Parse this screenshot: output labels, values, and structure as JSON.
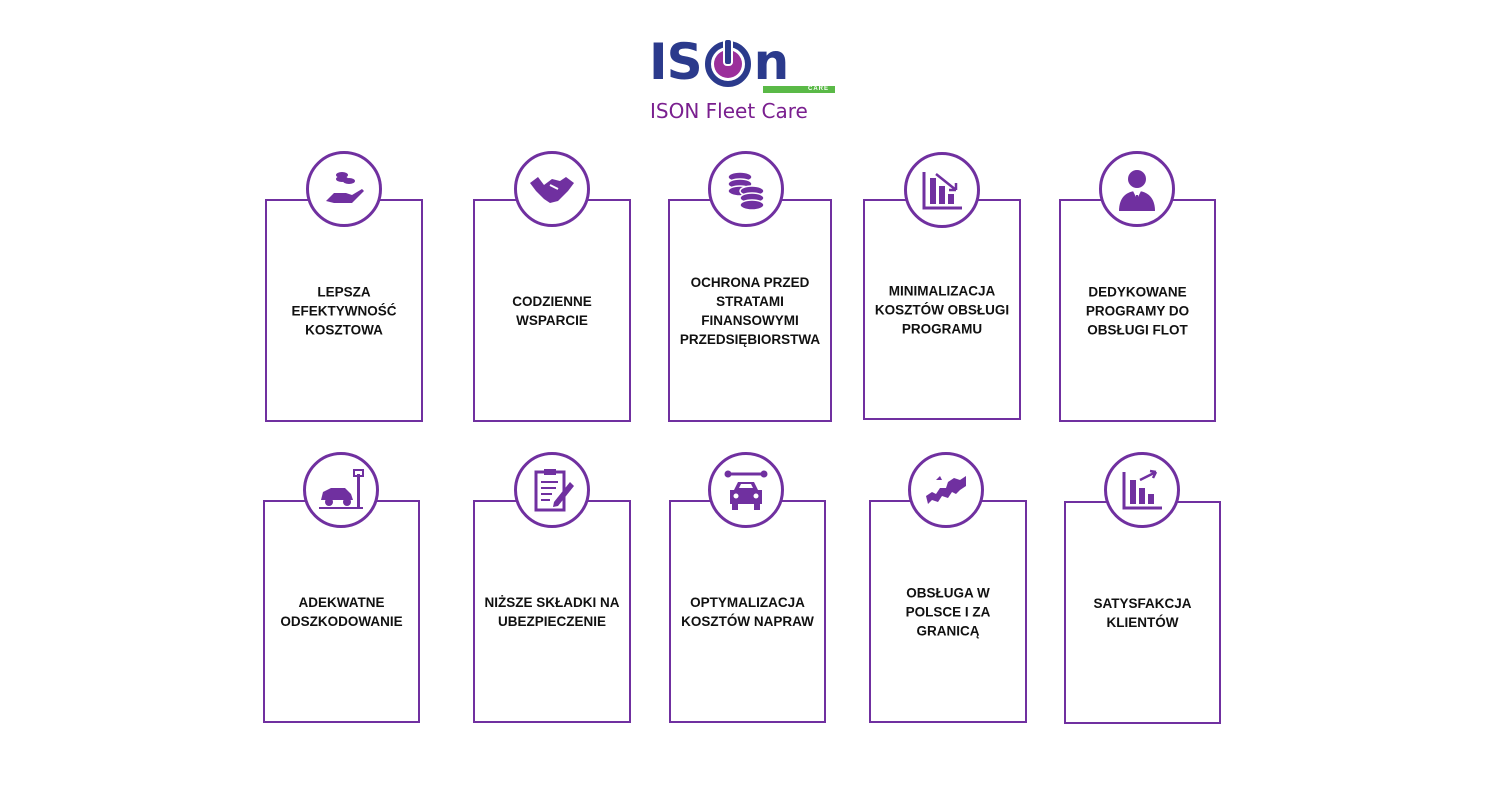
{
  "logo": {
    "wordmark": "ISON",
    "badge": "CARE",
    "subtitle": "ISON Fleet Care",
    "colors": {
      "blue": "#2b3a8c",
      "magenta": "#9b2f9b",
      "green": "#5ab947",
      "subtitle": "#7a1f8f"
    }
  },
  "accent": "#7030a0",
  "cards": [
    {
      "label": "LEPSZA\nEFEKTYWNOŚĆ\nKOSZTOWA",
      "icon": "hand-coins-icon"
    },
    {
      "label": "CODZIENNE\nWSPARCIE",
      "icon": "handshake-icon"
    },
    {
      "label": "OCHRONA PRZED\nSTRATAMI\nFINANSOWYMI\nPRZEDSIĘBIORSTWA",
      "icon": "coins-stack-icon"
    },
    {
      "label": "MINIMALIZACJA\nKOSZTÓW OBSŁUGI\nPROGRAMU",
      "icon": "chart-down-icon"
    },
    {
      "label": "DEDYKOWANE\nPROGRAMY DO\nOBSŁUGI FLOT",
      "icon": "businessman-icon"
    },
    {
      "label": "ADEKWATNE\nODSZKODOWANIE",
      "icon": "car-crash-icon"
    },
    {
      "label": "NIŻSZE SKŁADKI NA\nUBEZPIECZENIE",
      "icon": "clipboard-pen-icon"
    },
    {
      "label": "OPTYMALIZACJA\nKOSZTÓW NAPRAW",
      "icon": "car-wrench-icon"
    },
    {
      "label": "OBSŁUGA W\nPOLSCE I ZA\nGRANICĄ",
      "icon": "europe-map-icon"
    },
    {
      "label": "SATYSFAKCJA\nKLIENTÓW",
      "icon": "chart-up-icon"
    }
  ]
}
